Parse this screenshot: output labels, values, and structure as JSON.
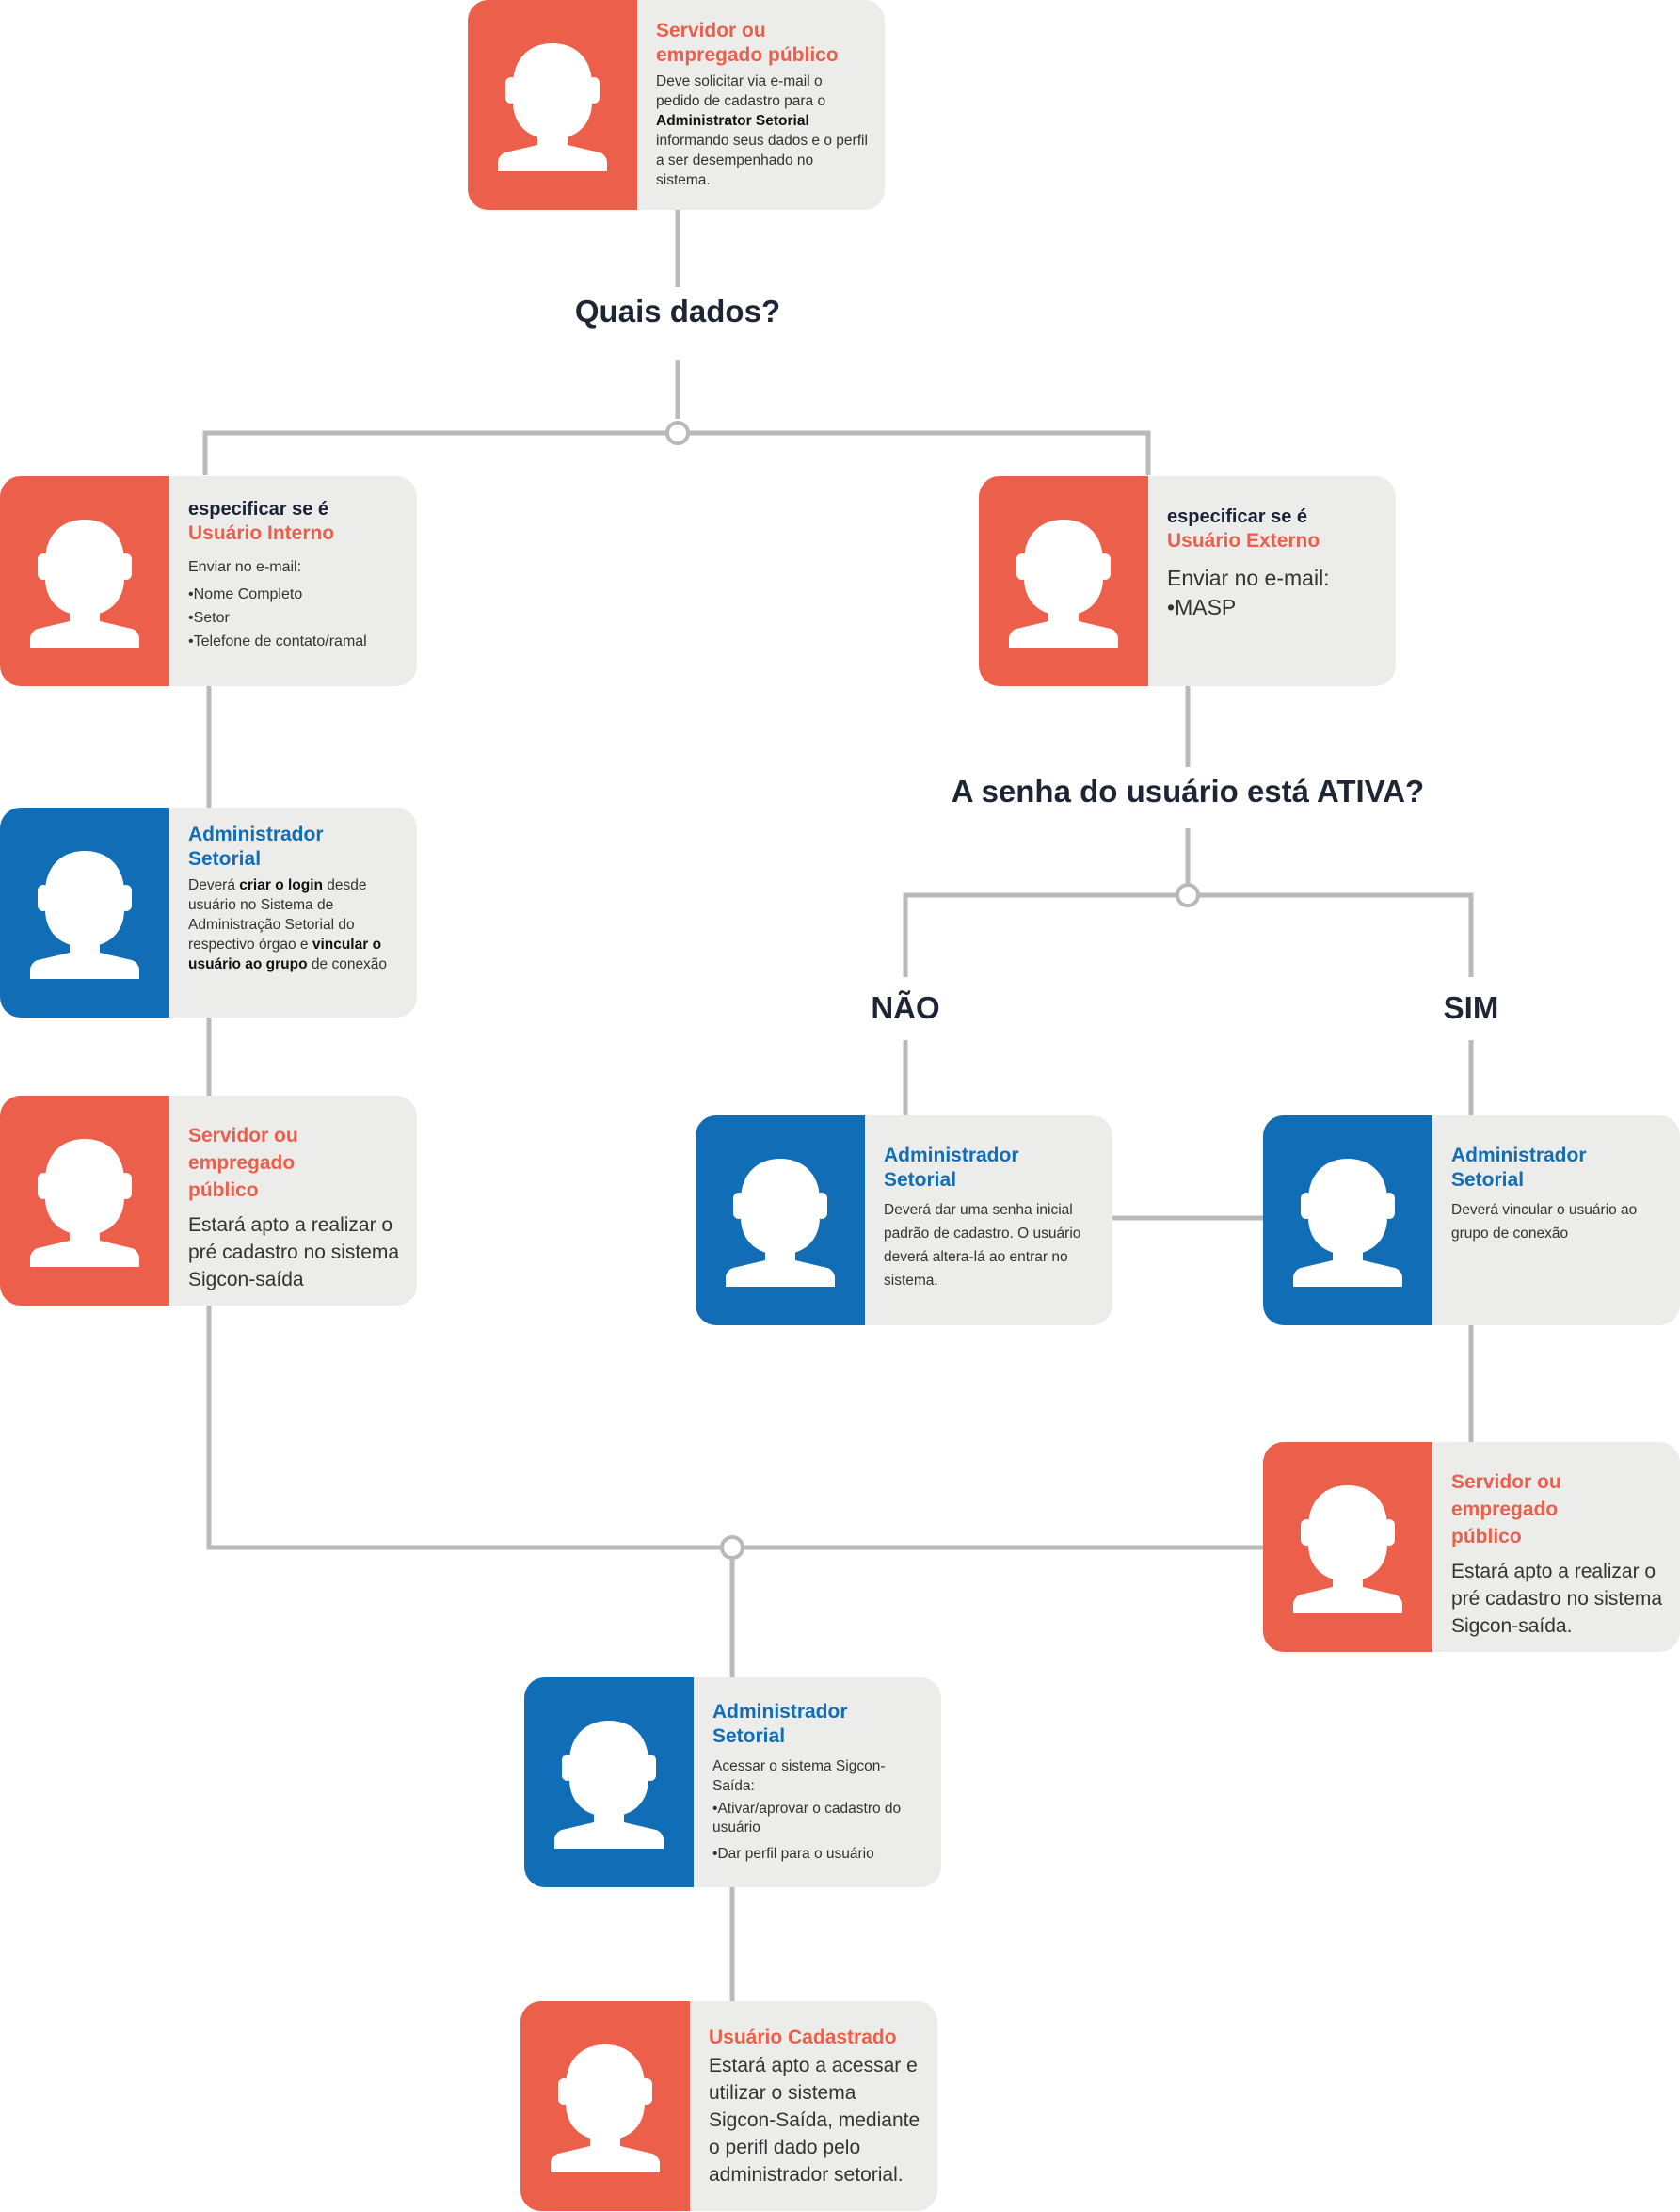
{
  "colors": {
    "orange": "#ec5f4a",
    "blue": "#116db5",
    "card_bg": "#ececeb",
    "line": "#b9b9b9",
    "question": "#1e2535"
  },
  "questions": {
    "q1": "Quais dados?",
    "q2": "A senha do usuário está ATIVA?",
    "no": "NÃO",
    "yes": "SIM"
  },
  "cards": {
    "c1": {
      "title": "Servidor ou empregado público",
      "desc_a": "Deve solicitar via e-mail o pedido de cadastro para o ",
      "desc_bold": "Administrator Setorial",
      "desc_b": " informando seus dados e o perfil a ser desempenhado no sistema.",
      "icon": "user-avatar-icon"
    },
    "c2": {
      "pre": "especificar se é",
      "title": "Usuário Interno",
      "intro": "Enviar no e-mail:",
      "items": [
        "Nome Completo",
        "Setor",
        "Telefone de contato/ramal"
      ],
      "icon": "user-avatar-icon"
    },
    "c3": {
      "pre": "especificar se é",
      "title": "Usuário Externo",
      "intro": "Enviar no e-mail:",
      "items": [
        "MASP"
      ],
      "icon": "user-avatar-icon"
    },
    "c4": {
      "title": "Administrador Setorial",
      "d1": "Deverá ",
      "b1": "criar o login",
      "d2": " desde usuário no Sistema de Administração Setorial do respectivo órgao e ",
      "b2": "vincular o usuário ao grupo",
      "d3": " de conexão",
      "icon": "user-avatar-icon"
    },
    "c5": {
      "title": "Servidor ou empregado público",
      "desc": "Estará apto a realizar o pré cadastro no sistema Sigcon-saída",
      "icon": "user-avatar-icon"
    },
    "c6": {
      "title": "Administrador Setorial",
      "desc": "Deverá dar uma senha inicial padrão de cadastro. O usuário deverá altera-lá ao entrar no sistema.",
      "icon": "user-avatar-icon"
    },
    "c7": {
      "title": "Administrador Setorial",
      "desc": "Deverá vincular o usuário ao grupo de conexão",
      "icon": "user-avatar-icon"
    },
    "c8": {
      "title": "Servidor ou empregado público",
      "desc": "Estará apto a realizar o pré cadastro no sistema Sigcon-saída.",
      "icon": "user-avatar-icon"
    },
    "c9": {
      "title": "Administrador Setorial",
      "intro": "Acessar o sistema Sigcon-Saída:",
      "items": [
        "Ativar/aprovar o cadastro do usuário",
        "Dar perfil para o usuário"
      ],
      "icon": "user-avatar-icon"
    },
    "c10": {
      "title": "Usuário Cadastrado",
      "desc": "Estará apto a acessar e utilizar o sistema Sigcon-Saída, mediante o perifl dado pelo administrador setorial.",
      "icon": "user-avatar-icon"
    }
  }
}
